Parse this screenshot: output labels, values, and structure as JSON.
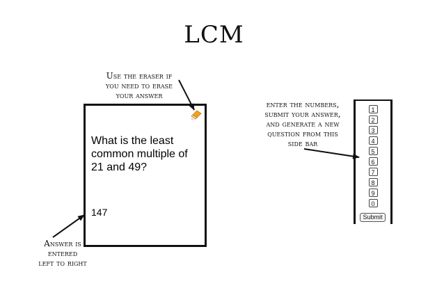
{
  "title": "LCM",
  "notes": {
    "eraser": [
      "Use the eraser if",
      "you need to erase",
      "your answer"
    ],
    "sidebar": [
      "enter the numbers,",
      "submit your answer,",
      "and generate a new",
      "question from this",
      "side bar"
    ],
    "answer": [
      "Answer is",
      "entered",
      "left to right"
    ]
  },
  "card": {
    "question": "What is the least common multiple of 21 and 49?",
    "answer": "147"
  },
  "sidebar": {
    "keys": [
      "1",
      "2",
      "3",
      "4",
      "5",
      "6",
      "7",
      "8",
      "9",
      "0"
    ],
    "submit_label": "Submit"
  },
  "icons": {
    "eraser": "eraser-icon",
    "arrow": "arrow-icon"
  }
}
